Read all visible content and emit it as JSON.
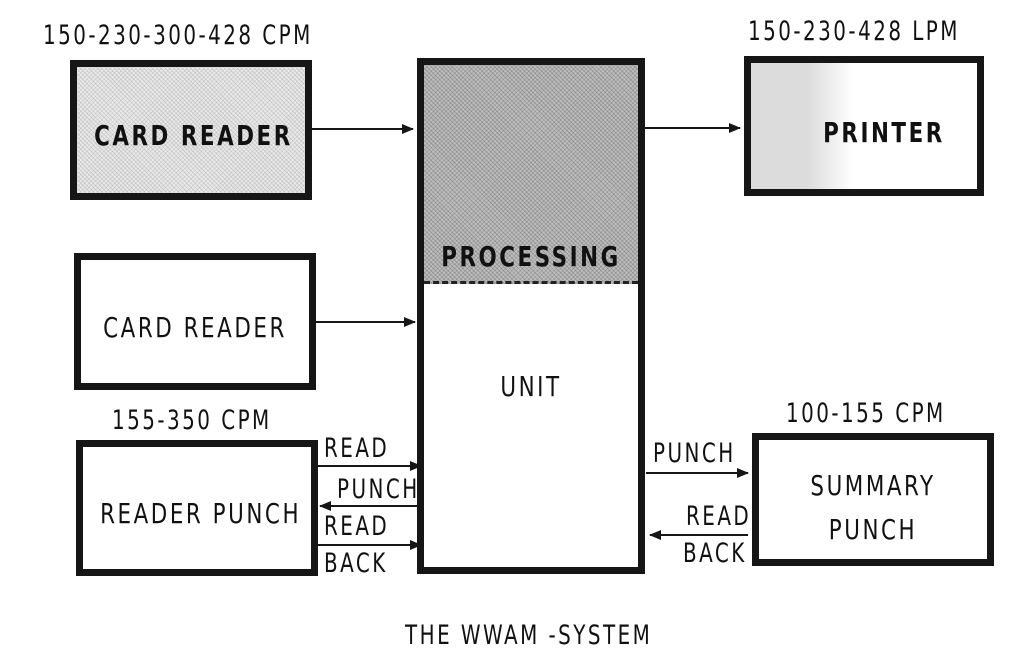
{
  "speeds": {
    "card_reader": "150-230-300-428  CPM",
    "printer": "150-230-428  LPM",
    "reader_punch": "155-350  CPM",
    "summary_punch": "100-155  CPM"
  },
  "boxes": {
    "card_reader_1": "CARD  READER",
    "card_reader_2": "CARD  READER",
    "reader_punch": "READER  PUNCH",
    "printer": "PRINTER",
    "processing_top": "PROCESSING",
    "processing_bottom": "UNIT",
    "summary_punch_line1": "SUMMARY",
    "summary_punch_line2": "PUNCH"
  },
  "arrow_labels": {
    "rp_read": "READ",
    "rp_punch": "PUNCH",
    "rp_read_back_1": "READ",
    "rp_read_back_2": "BACK",
    "sp_punch": "PUNCH",
    "sp_read_back_1": "READ",
    "sp_read_back_2": "BACK"
  },
  "caption": "THE  WWAM -SYSTEM",
  "colors": {
    "ink": "#161616",
    "shade": "#bdbdbd"
  }
}
